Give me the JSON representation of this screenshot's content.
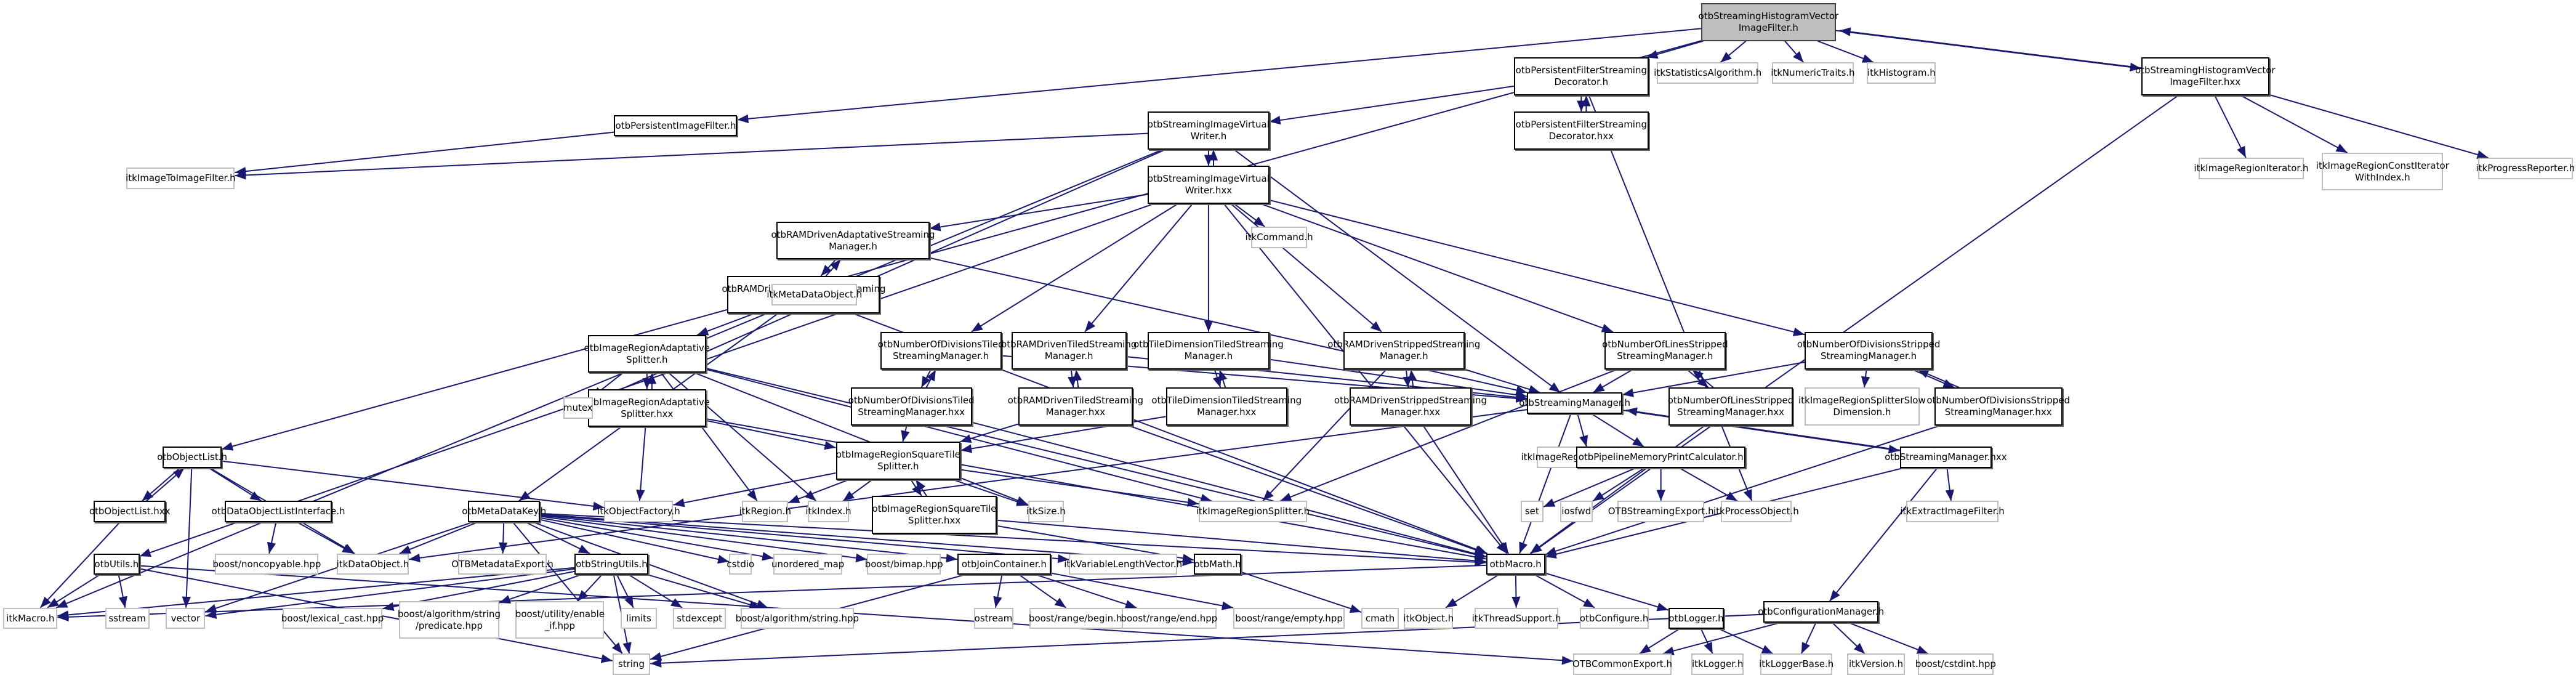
{
  "title": "otbStreamingHistogramVectorImageFilter.h include dependency graph",
  "colors": {
    "edge": "#191970",
    "root_fill": "#bfbfbf",
    "internal_border": "#000000",
    "external_border": "#bfbfbf"
  },
  "nodes": {
    "root": {
      "label": "otbStreamingHistogramVectorImageFilter.h",
      "text": "otbStreamingHistogramVector\nImageFilter.h",
      "kind": "root"
    },
    "pfsd_h": {
      "text": "otbPersistentFilterStreaming\nDecorator.h",
      "kind": "internal"
    },
    "itkStatAlg": {
      "text": "itkStatisticsAlgorithm.h",
      "kind": "external"
    },
    "itkNumTraits": {
      "text": "itkNumericTraits.h",
      "kind": "external"
    },
    "itkHist": {
      "text": "itkHistogram.h",
      "kind": "external"
    },
    "shvif_hxx": {
      "text": "otbStreamingHistogramVector\nImageFilter.hxx",
      "kind": "internal"
    },
    "pfsd_hxx": {
      "text": "otbPersistentFilterStreaming\nDecorator.hxx",
      "kind": "internal"
    },
    "pif_h": {
      "text": "otbPersistentImageFilter.h",
      "kind": "internal"
    },
    "itkI2I": {
      "text": "itkImageToImageFilter.h",
      "kind": "external"
    },
    "sivw_h": {
      "text": "otbStreamingImageVirtual\nWriter.h",
      "kind": "internal"
    },
    "sivw_hxx": {
      "text": "otbStreamingImageVirtual\nWriter.hxx",
      "kind": "internal"
    },
    "itkIRIter": {
      "text": "itkImageRegionIterator.h",
      "kind": "external"
    },
    "itkIRCIWI": {
      "text": "itkImageRegionConstIterator\nWithIndex.h",
      "kind": "external"
    },
    "itkProgRep": {
      "text": "itkProgressReporter.h",
      "kind": "external"
    },
    "ramad_h": {
      "text": "otbRAMDrivenAdaptativeStreaming\nManager.h",
      "kind": "internal"
    },
    "itkCommand": {
      "text": "itkCommand.h",
      "kind": "external"
    },
    "ramad_hxx": {
      "text": "otbRAMDrivenAdaptativeStreaming\nManager.hxx",
      "kind": "internal"
    },
    "itkMDO": {
      "text": "itkMetaDataObject.h",
      "kind": "external"
    },
    "iras_h": {
      "text": "otbImageRegionAdaptative\nSplitter.h",
      "kind": "internal"
    },
    "nodt_h": {
      "text": "otbNumberOfDivisionsTiled\nStreamingManager.h",
      "kind": "internal"
    },
    "ramt_h": {
      "text": "otbRAMDrivenTiledStreaming\nManager.h",
      "kind": "internal"
    },
    "tdt_h": {
      "text": "otbTileDimensionTiledStreaming\nManager.h",
      "kind": "internal"
    },
    "rams_h": {
      "text": "otbRAMDrivenStrippedStreaming\nManager.h",
      "kind": "internal"
    },
    "nols_h": {
      "text": "otbNumberOfLinesStripped\nStreamingManager.h",
      "kind": "internal"
    },
    "nods_h": {
      "text": "otbNumberOfDivisionsStripped\nStreamingManager.h",
      "kind": "internal"
    },
    "iras_hxx": {
      "text": "otbImageRegionAdaptative\nSplitter.hxx",
      "kind": "internal"
    },
    "mutex": {
      "text": "mutex",
      "kind": "external"
    },
    "nodt_hxx": {
      "text": "otbNumberOfDivisionsTiled\nStreamingManager.hxx",
      "kind": "internal"
    },
    "ramt_hxx": {
      "text": "otbRAMDrivenTiledStreaming\nManager.hxx",
      "kind": "internal"
    },
    "tdt_hxx": {
      "text": "otbTileDimensionTiledStreaming\nManager.hxx",
      "kind": "internal"
    },
    "rams_hxx": {
      "text": "otbRAMDrivenStrippedStreaming\nManager.hxx",
      "kind": "internal"
    },
    "sm_h": {
      "text": "otbStreamingManager.h",
      "kind": "internal"
    },
    "nols_hxx": {
      "text": "otbNumberOfLinesStripped\nStreamingManager.hxx",
      "kind": "internal"
    },
    "itkIRSSD": {
      "text": "itkImageRegionSplitterSlow\nDimension.h",
      "kind": "external"
    },
    "nods_hxx": {
      "text": "otbNumberOfDivisionsStripped\nStreamingManager.hxx",
      "kind": "internal"
    },
    "irsts_h": {
      "text": "otbImageRegionSquareTile\nSplitter.h",
      "kind": "internal"
    },
    "itkIRSB": {
      "text": "itkImageRegionSplitterBase.h",
      "kind": "external"
    },
    "pmpc_h": {
      "text": "otbPipelineMemoryPrintCalculator.h",
      "kind": "internal"
    },
    "sm_hxx": {
      "text": "otbStreamingManager.hxx",
      "kind": "internal"
    },
    "ol_h": {
      "text": "otbObjectList.h",
      "kind": "internal"
    },
    "ol_hxx": {
      "text": "otbObjectList.hxx",
      "kind": "internal"
    },
    "doli_h": {
      "text": "otbDataObjectListInterface.h",
      "kind": "internal"
    },
    "itkObjFac": {
      "text": "itkObjectFactory.h",
      "kind": "external"
    },
    "itkRegion": {
      "text": "itkRegion.h",
      "kind": "external"
    },
    "itkIndex": {
      "text": "itkIndex.h",
      "kind": "external"
    },
    "irsts_hxx": {
      "text": "otbImageRegionSquareTile\nSplitter.hxx",
      "kind": "internal"
    },
    "itkSize": {
      "text": "itkSize.h",
      "kind": "external"
    },
    "itkIRS": {
      "text": "itkImageRegionSplitter.h",
      "kind": "external"
    },
    "set": {
      "text": "set",
      "kind": "external"
    },
    "iosfwd": {
      "text": "iosfwd",
      "kind": "external"
    },
    "otbStrExp": {
      "text": "OTBStreamingExport.h",
      "kind": "external"
    },
    "itkProcObj": {
      "text": "itkProcessObject.h",
      "kind": "external"
    },
    "itkExtract": {
      "text": "itkExtractImageFilter.h",
      "kind": "external"
    },
    "mdk_h": {
      "text": "otbMetaDataKey.h",
      "kind": "internal"
    },
    "utils_h": {
      "text": "otbUtils.h",
      "kind": "internal"
    },
    "boostNonCopy": {
      "text": "boost/noncopyable.hpp",
      "kind": "external"
    },
    "itkDataObj": {
      "text": "itkDataObject.h",
      "kind": "external"
    },
    "otbMDExp": {
      "text": "OTBMetadataExport.h",
      "kind": "external"
    },
    "su_h": {
      "text": "otbStringUtils.h",
      "kind": "internal"
    },
    "cstdio": {
      "text": "cstdio",
      "kind": "external"
    },
    "umap": {
      "text": "unordered_map",
      "kind": "external"
    },
    "bimap": {
      "text": "boost/bimap.hpp",
      "kind": "external"
    },
    "jc_h": {
      "text": "otbJoinContainer.h",
      "kind": "internal"
    },
    "itkVLV": {
      "text": "itkVariableLengthVector.h",
      "kind": "external"
    },
    "math_h": {
      "text": "otbMath.h",
      "kind": "internal"
    },
    "macro_h": {
      "text": "otbMacro.h",
      "kind": "internal"
    },
    "itkMacro": {
      "text": "itkMacro.h",
      "kind": "external"
    },
    "sstream": {
      "text": "sstream",
      "kind": "external"
    },
    "vector": {
      "text": "vector",
      "kind": "external"
    },
    "lexcast": {
      "text": "boost/lexical_cast.hpp",
      "kind": "external"
    },
    "predicate": {
      "text": "boost/algorithm/string\n/predicate.hpp",
      "kind": "external"
    },
    "enableif": {
      "text": "boost/utility/enable\n_if.hpp",
      "kind": "external"
    },
    "limits": {
      "text": "limits",
      "kind": "external"
    },
    "stdexcept": {
      "text": "stdexcept",
      "kind": "external"
    },
    "algstring": {
      "text": "boost/algorithm/string.hpp",
      "kind": "external"
    },
    "ostream": {
      "text": "ostream",
      "kind": "external"
    },
    "rbegin": {
      "text": "boost/range/begin.hpp",
      "kind": "external"
    },
    "rend": {
      "text": "boost/range/end.hpp",
      "kind": "external"
    },
    "rempty": {
      "text": "boost/range/empty.hpp",
      "kind": "external"
    },
    "cmath": {
      "text": "cmath",
      "kind": "external"
    },
    "itkObject": {
      "text": "itkObject.h",
      "kind": "external"
    },
    "itkThread": {
      "text": "itkThreadSupport.h",
      "kind": "external"
    },
    "otbConfigure": {
      "text": "otbConfigure.h",
      "kind": "external"
    },
    "logger_h": {
      "text": "otbLogger.h",
      "kind": "internal"
    },
    "cfgmgr_h": {
      "text": "otbConfigurationManager.h",
      "kind": "internal"
    },
    "string": {
      "text": "string",
      "kind": "external"
    },
    "otbCommonExp": {
      "text": "OTBCommonExport.h",
      "kind": "external"
    },
    "itkLogger": {
      "text": "itkLogger.h",
      "kind": "external"
    },
    "itkLoggerBase": {
      "text": "itkLoggerBase.h",
      "kind": "external"
    },
    "itkVersion": {
      "text": "itkVersion.h",
      "kind": "external"
    },
    "cstdint": {
      "text": "boost/cstdint.hpp",
      "kind": "external"
    }
  },
  "edges": [
    [
      "root",
      "pfsd_h"
    ],
    [
      "root",
      "itkStatAlg"
    ],
    [
      "root",
      "itkNumTraits"
    ],
    [
      "root",
      "itkHist"
    ],
    [
      "root",
      "shvif_hxx"
    ],
    [
      "shvif_hxx",
      "root"
    ],
    [
      "root",
      "pif_h"
    ],
    [
      "root",
      "ol_h"
    ],
    [
      "pfsd_h",
      "pfsd_hxx"
    ],
    [
      "pfsd_hxx",
      "pfsd_h"
    ],
    [
      "pfsd_h",
      "sivw_h"
    ],
    [
      "pfsd_h",
      "itkProcObj"
    ],
    [
      "shvif_hxx",
      "itkIRIter"
    ],
    [
      "shvif_hxx",
      "itkIRCIWI"
    ],
    [
      "shvif_hxx",
      "itkProgRep"
    ],
    [
      "shvif_hxx",
      "macro_h"
    ],
    [
      "pif_h",
      "itkI2I"
    ],
    [
      "sivw_h",
      "itkI2I"
    ],
    [
      "sivw_h",
      "sivw_hxx"
    ],
    [
      "sivw_hxx",
      "sivw_h"
    ],
    [
      "sivw_h",
      "sm_h"
    ],
    [
      "sivw_h",
      "mutex"
    ],
    [
      "sivw_h",
      "itkMacro"
    ],
    [
      "sivw_hxx",
      "ramad_h"
    ],
    [
      "sivw_hxx",
      "itkCommand"
    ],
    [
      "sivw_hxx",
      "nodt_h"
    ],
    [
      "sivw_hxx",
      "ramt_h"
    ],
    [
      "sivw_hxx",
      "tdt_h"
    ],
    [
      "sivw_hxx",
      "rams_h"
    ],
    [
      "sivw_hxx",
      "nols_h"
    ],
    [
      "sivw_hxx",
      "nods_h"
    ],
    [
      "sivw_hxx",
      "macro_h"
    ],
    [
      "sivw_hxx",
      "utils_h"
    ],
    [
      "ramad_h",
      "ramad_hxx"
    ],
    [
      "ramad_hxx",
      "ramad_h"
    ],
    [
      "ramad_h",
      "sm_h"
    ],
    [
      "ramad_hxx",
      "iras_h"
    ],
    [
      "ramad_hxx",
      "itkMDO"
    ],
    [
      "ramad_hxx",
      "mdk_h"
    ],
    [
      "ramad_hxx",
      "macro_h"
    ],
    [
      "iras_h",
      "iras_hxx"
    ],
    [
      "iras_hxx",
      "iras_h"
    ],
    [
      "iras_h",
      "mutex"
    ],
    [
      "iras_h",
      "itkRegion"
    ],
    [
      "iras_h",
      "itkIndex"
    ],
    [
      "iras_h",
      "itkSize"
    ],
    [
      "iras_h",
      "itkIRS"
    ],
    [
      "iras_h",
      "macro_h"
    ],
    [
      "iras_hxx",
      "irsts_h"
    ],
    [
      "iras_hxx",
      "macro_h"
    ],
    [
      "iras_hxx",
      "itkObjFac"
    ],
    [
      "nodt_h",
      "nodt_hxx"
    ],
    [
      "nodt_hxx",
      "nodt_h"
    ],
    [
      "nodt_h",
      "sm_h"
    ],
    [
      "nodt_hxx",
      "irsts_h"
    ],
    [
      "nodt_hxx",
      "macro_h"
    ],
    [
      "ramt_h",
      "ramt_hxx"
    ],
    [
      "ramt_hxx",
      "ramt_h"
    ],
    [
      "ramt_h",
      "sm_h"
    ],
    [
      "ramt_hxx",
      "irsts_h"
    ],
    [
      "ramt_hxx",
      "macro_h"
    ],
    [
      "tdt_h",
      "tdt_hxx"
    ],
    [
      "tdt_hxx",
      "tdt_h"
    ],
    [
      "tdt_h",
      "sm_h"
    ],
    [
      "tdt_hxx",
      "irsts_h"
    ],
    [
      "rams_h",
      "rams_hxx"
    ],
    [
      "rams_hxx",
      "rams_h"
    ],
    [
      "rams_h",
      "sm_h"
    ],
    [
      "rams_h",
      "itkIRS"
    ],
    [
      "rams_hxx",
      "macro_h"
    ],
    [
      "nols_h",
      "nols_hxx"
    ],
    [
      "nols_hxx",
      "nols_h"
    ],
    [
      "nols_h",
      "sm_h"
    ],
    [
      "nols_h",
      "itkIRS"
    ],
    [
      "nols_hxx",
      "macro_h"
    ],
    [
      "nods_h",
      "nods_hxx"
    ],
    [
      "nods_hxx",
      "nods_h"
    ],
    [
      "nods_h",
      "sm_h"
    ],
    [
      "nods_h",
      "itkIRSSD"
    ],
    [
      "nods_hxx",
      "macro_h"
    ],
    [
      "sm_h",
      "sm_hxx"
    ],
    [
      "sm_hxx",
      "sm_h"
    ],
    [
      "sm_h",
      "itkIRSB"
    ],
    [
      "sm_h",
      "pmpc_h"
    ],
    [
      "sm_h",
      "itkDataObj"
    ],
    [
      "sm_h",
      "macro_h"
    ],
    [
      "sm_hxx",
      "itkExtract"
    ],
    [
      "sm_hxx",
      "cfgmgr_h"
    ],
    [
      "sm_hxx",
      "macro_h"
    ],
    [
      "pmpc_h",
      "set"
    ],
    [
      "pmpc_h",
      "iosfwd"
    ],
    [
      "pmpc_h",
      "otbStrExp"
    ],
    [
      "pmpc_h",
      "itkProcObj"
    ],
    [
      "irsts_h",
      "irsts_hxx"
    ],
    [
      "irsts_hxx",
      "irsts_h"
    ],
    [
      "irsts_h",
      "itkObjFac"
    ],
    [
      "irsts_h",
      "itkRegion"
    ],
    [
      "irsts_h",
      "itkIndex"
    ],
    [
      "irsts_h",
      "itkSize"
    ],
    [
      "irsts_h",
      "itkIRS"
    ],
    [
      "irsts_hxx",
      "math_h"
    ],
    [
      "irsts_hxx",
      "macro_h"
    ],
    [
      "ol_h",
      "ol_hxx"
    ],
    [
      "ol_hxx",
      "ol_h"
    ],
    [
      "ol_h",
      "doli_h"
    ],
    [
      "ol_h",
      "itkDataObj"
    ],
    [
      "ol_h",
      "itkObjFac"
    ],
    [
      "ol_h",
      "vector"
    ],
    [
      "ol_hxx",
      "itkMacro"
    ],
    [
      "doli_h",
      "boostNonCopy"
    ],
    [
      "doli_h",
      "itkDataObj"
    ],
    [
      "mdk_h",
      "itkDataObj"
    ],
    [
      "mdk_h",
      "otbMDExp"
    ],
    [
      "mdk_h",
      "su_h"
    ],
    [
      "mdk_h",
      "cstdio"
    ],
    [
      "mdk_h",
      "umap"
    ],
    [
      "mdk_h",
      "bimap"
    ],
    [
      "mdk_h",
      "jc_h"
    ],
    [
      "mdk_h",
      "itkVLV"
    ],
    [
      "mdk_h",
      "math_h"
    ],
    [
      "mdk_h",
      "macro_h"
    ],
    [
      "mdk_h",
      "vector"
    ],
    [
      "mdk_h",
      "algstring"
    ],
    [
      "mdk_h",
      "string"
    ],
    [
      "utils_h",
      "itkMacro"
    ],
    [
      "utils_h",
      "sstream"
    ],
    [
      "utils_h",
      "string"
    ],
    [
      "utils_h",
      "otbCommonExp"
    ],
    [
      "su_h",
      "itkMacro"
    ],
    [
      "su_h",
      "vector"
    ],
    [
      "su_h",
      "lexcast"
    ],
    [
      "su_h",
      "predicate"
    ],
    [
      "su_h",
      "enableif"
    ],
    [
      "su_h",
      "limits"
    ],
    [
      "su_h",
      "stdexcept"
    ],
    [
      "su_h",
      "algstring"
    ],
    [
      "su_h",
      "string"
    ],
    [
      "jc_h",
      "ostream"
    ],
    [
      "jc_h",
      "rbegin"
    ],
    [
      "jc_h",
      "rend"
    ],
    [
      "jc_h",
      "rempty"
    ],
    [
      "jc_h",
      "string"
    ],
    [
      "math_h",
      "cmath"
    ],
    [
      "macro_h",
      "itkMacro"
    ],
    [
      "macro_h",
      "itkObject"
    ],
    [
      "macro_h",
      "itkThread"
    ],
    [
      "macro_h",
      "otbConfigure"
    ],
    [
      "macro_h",
      "logger_h"
    ],
    [
      "logger_h",
      "otbCommonExp"
    ],
    [
      "logger_h",
      "itkLogger"
    ],
    [
      "logger_h",
      "itkLoggerBase"
    ],
    [
      "cfgmgr_h",
      "otbCommonExp"
    ],
    [
      "cfgmgr_h",
      "itkLoggerBase"
    ],
    [
      "cfgmgr_h",
      "itkVersion"
    ],
    [
      "cfgmgr_h",
      "cstdint"
    ],
    [
      "cfgmgr_h",
      "string"
    ]
  ]
}
